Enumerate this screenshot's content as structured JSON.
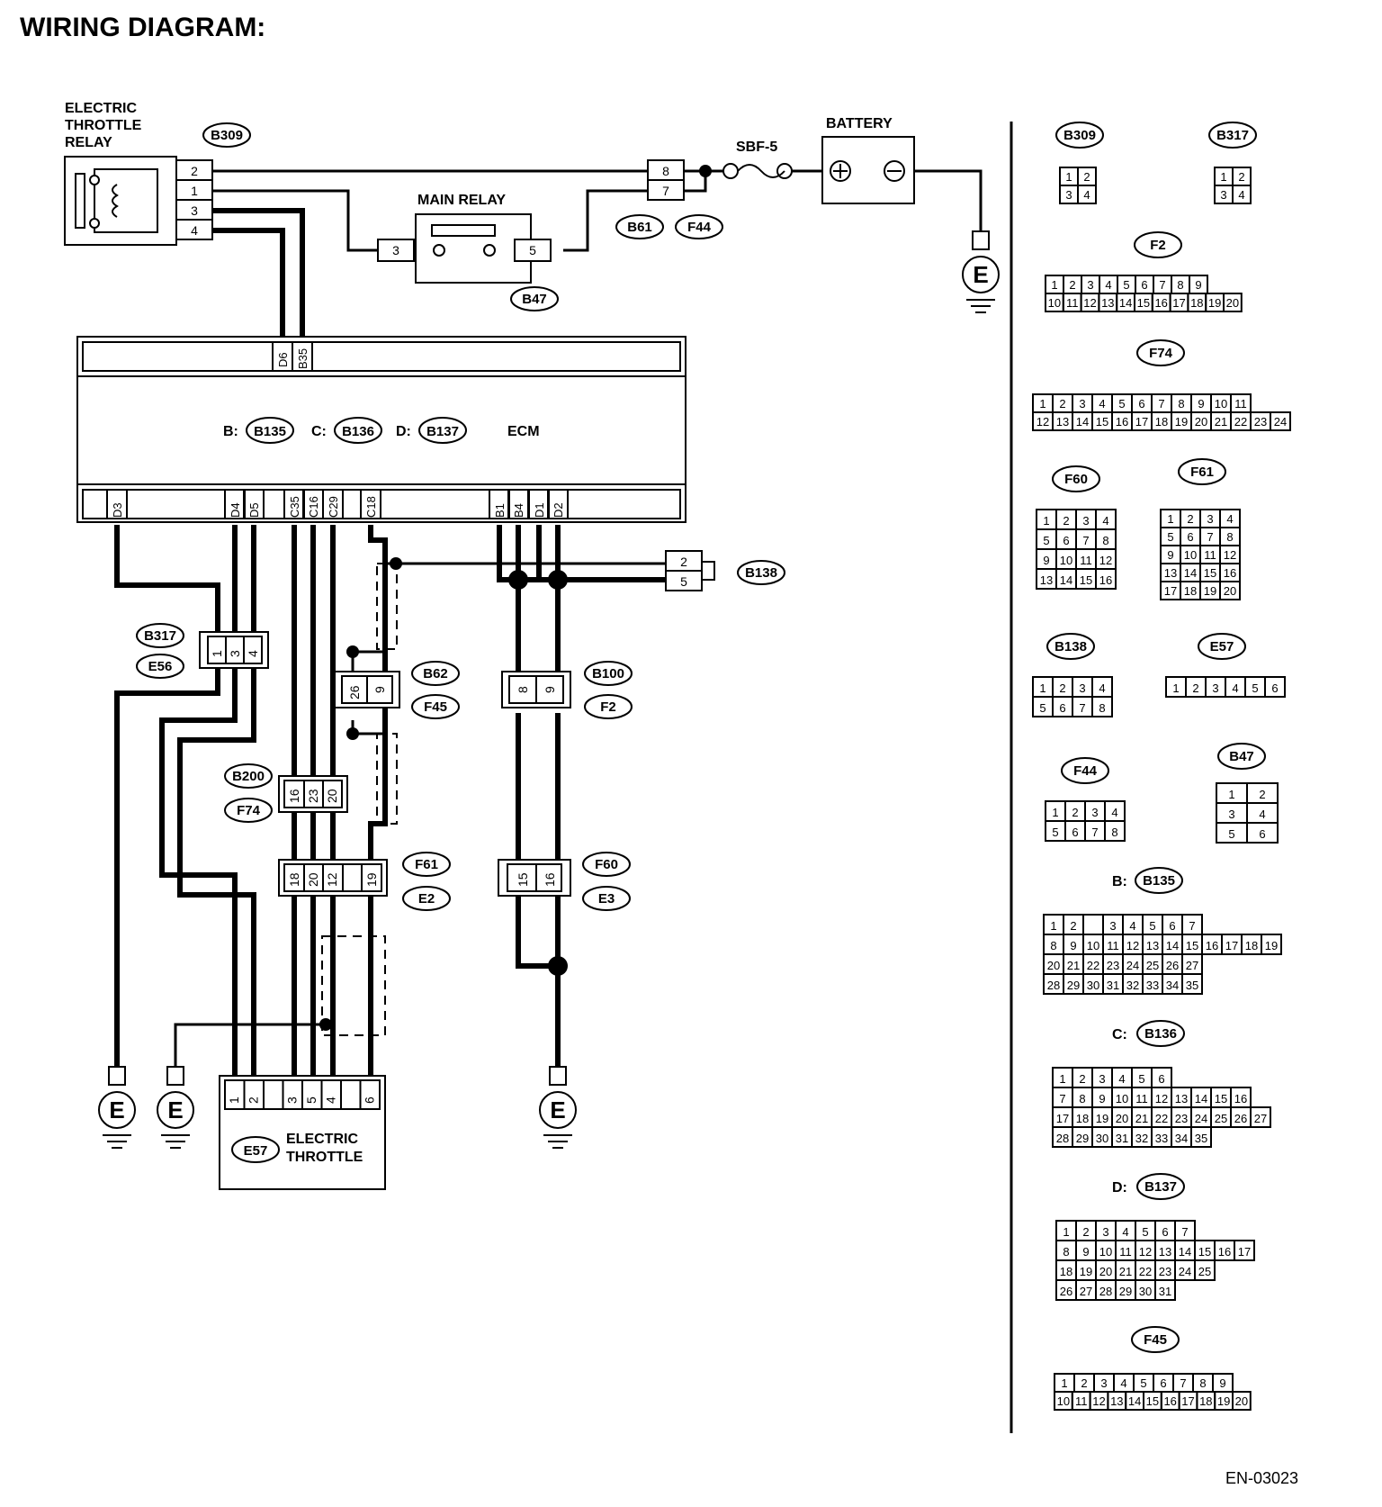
{
  "title": "WIRING DIAGRAM:",
  "footer_code": "EN-03023",
  "labels": {
    "relay": [
      "ELECTRIC",
      "THROTTLE",
      "RELAY"
    ],
    "main_relay": "MAIN RELAY",
    "battery": "BATTERY",
    "fuse": "SBF-5",
    "ecm": "ECM",
    "throttle": [
      "ELECTRIC",
      "THROTTLE"
    ],
    "ground": "E",
    "ecm_b_prefix": "B:",
    "ecm_c_prefix": "C:",
    "ecm_d_prefix": "D:"
  },
  "connector_ids": {
    "b309": "B309",
    "b47": "B47",
    "b61": "B61",
    "f44": "F44",
    "b135": "B135",
    "b136": "B136",
    "b137": "B137",
    "b138": "B138",
    "b317": "B317",
    "e56": "E56",
    "b62": "B62",
    "f45": "F45",
    "b100": "B100",
    "f2": "F2",
    "b200": "B200",
    "f74": "F74",
    "f61": "F61",
    "e2": "E2",
    "f60": "F60",
    "e3": "E3",
    "e57": "E57"
  },
  "relay_pins": [
    "2",
    "1",
    "3",
    "4"
  ],
  "main_relay_pins": [
    "3",
    "5"
  ],
  "f44_pins": [
    "8",
    "7"
  ],
  "ecm_top_pins": [
    "D6",
    "B35"
  ],
  "ecm_bottom_pins": [
    "D3",
    "D4",
    "D5",
    "C35",
    "C16",
    "C29",
    "C18",
    "B1",
    "B4",
    "D1",
    "D2"
  ],
  "b138_pins": [
    "2",
    "5"
  ],
  "b317_pins": [
    "1",
    "3",
    "4"
  ],
  "b62_pins": [
    "26",
    "9"
  ],
  "b100_pins": [
    "8",
    "9"
  ],
  "b200_pins": [
    "16",
    "23",
    "20"
  ],
  "f61_pins": [
    "18",
    "20",
    "12",
    "",
    "19"
  ],
  "f60_pins": [
    "15",
    "16"
  ],
  "e57_pins": [
    "1",
    "2",
    "",
    "3",
    "5",
    "4",
    "",
    "6"
  ],
  "ref": {
    "b309_head": "B309",
    "b317_head": "B317",
    "f2_head": "F2",
    "f74_head": "F74",
    "f60_head": "F60",
    "f61_head": "F61",
    "b138_head": "B138",
    "e57_head": "E57",
    "f44_head": "F44",
    "b47_head": "B47",
    "b135_head": "B135",
    "b136_head": "B136",
    "b137_head": "B137",
    "f45_head": "F45",
    "b309_rows": [
      [
        "1",
        "2"
      ],
      [
        "3",
        "4"
      ]
    ],
    "b317_rows": [
      [
        "1",
        "2"
      ],
      [
        "3",
        "4"
      ]
    ],
    "f2_row1": [
      "1",
      "2",
      "3",
      "4",
      "5",
      "6",
      "7",
      "8",
      "9"
    ],
    "f2_row2": [
      "10",
      "11",
      "12",
      "13",
      "14",
      "15",
      "16",
      "17",
      "18",
      "19",
      "20"
    ],
    "f74_row1": [
      "1",
      "2",
      "3",
      "4",
      "5",
      "6",
      "7",
      "8",
      "9",
      "10",
      "11"
    ],
    "f74_row2": [
      "12",
      "13",
      "14",
      "15",
      "16",
      "17",
      "18",
      "19",
      "20",
      "21",
      "22",
      "23",
      "24"
    ],
    "f60_rows": [
      [
        "1",
        "2",
        "3",
        "4"
      ],
      [
        "5",
        "6",
        "7",
        "8"
      ],
      [
        "9",
        "10",
        "11",
        "12"
      ],
      [
        "13",
        "14",
        "15",
        "16"
      ]
    ],
    "f61_rows": [
      [
        "1",
        "2",
        "3",
        "4"
      ],
      [
        "5",
        "6",
        "7",
        "8"
      ],
      [
        "9",
        "10",
        "11",
        "12"
      ],
      [
        "13",
        "14",
        "15",
        "16"
      ],
      [
        "17",
        "18",
        "19",
        "20"
      ]
    ],
    "b138_rows": [
      [
        "1",
        "2",
        "3",
        "4"
      ],
      [
        "5",
        "6",
        "7",
        "8"
      ]
    ],
    "e57_row": [
      "1",
      "2",
      "3",
      "4",
      "5",
      "6"
    ],
    "f44_rows": [
      [
        "1",
        "2",
        "3",
        "4"
      ],
      [
        "5",
        "6",
        "7",
        "8"
      ]
    ],
    "b47_rows": [
      [
        "1",
        "2"
      ],
      [
        "3",
        "4"
      ],
      [
        "5",
        "6"
      ]
    ],
    "b135_rows": [
      [
        "1",
        "2",
        "",
        "3",
        "4",
        "5",
        "6",
        "7"
      ],
      [
        "8",
        "9",
        "10",
        "11",
        "12",
        "13",
        "14",
        "15",
        "16",
        "17",
        "18",
        "19"
      ],
      [
        "20",
        "21",
        "22",
        "23",
        "24",
        "25",
        "26",
        "27"
      ],
      [
        "28",
        "29",
        "30",
        "31",
        "32",
        "33",
        "34",
        "35"
      ]
    ],
    "b136_rows": [
      [
        "1",
        "2",
        "3",
        "4",
        "5",
        "6"
      ],
      [
        "7",
        "8",
        "9",
        "10",
        "11",
        "12",
        "13",
        "14",
        "15",
        "16"
      ],
      [
        "17",
        "18",
        "19",
        "20",
        "21",
        "22",
        "23",
        "24",
        "25",
        "26",
        "27"
      ],
      [
        "28",
        "29",
        "30",
        "31",
        "32",
        "33",
        "34",
        "35"
      ]
    ],
    "b137_rows": [
      [
        "1",
        "2",
        "3",
        "4",
        "5",
        "6",
        "7"
      ],
      [
        "8",
        "9",
        "10",
        "11",
        "12",
        "13",
        "14",
        "15",
        "16",
        "17"
      ],
      [
        "18",
        "19",
        "20",
        "21",
        "22",
        "23",
        "24",
        "25"
      ],
      [
        "26",
        "27",
        "28",
        "29",
        "30",
        "31"
      ]
    ],
    "f45_row1": [
      "1",
      "2",
      "3",
      "4",
      "5",
      "6",
      "7",
      "8",
      "9"
    ],
    "f45_row2": [
      "10",
      "11",
      "12",
      "13",
      "14",
      "15",
      "16",
      "17",
      "18",
      "19",
      "20"
    ]
  }
}
